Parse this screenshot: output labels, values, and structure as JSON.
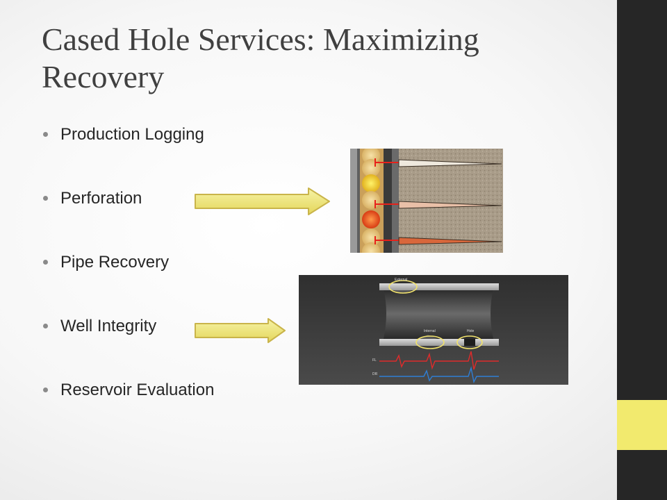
{
  "slide": {
    "title": "Cased Hole Services: Maximizing Recovery",
    "bullets": [
      "Production Logging",
      "Perforation",
      "Pipe Recovery",
      "Well Integrity",
      "Reservoir Evaluation"
    ]
  },
  "diagram": {
    "defect_labels": [
      "External",
      "Internal",
      "Hole"
    ],
    "trace_labels": [
      "FL",
      "DR"
    ]
  },
  "colors": {
    "sidebar": "#262626",
    "accent": "#f2ea6e",
    "arrow_fill": "#f0ec7a",
    "arrow_stroke": "#c9b44a",
    "trace_red": "#e02b2b",
    "trace_blue": "#2f7fd6"
  }
}
